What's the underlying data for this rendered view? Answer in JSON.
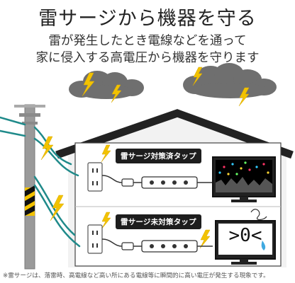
{
  "title": "雷サージから機器を守る",
  "subtitle_line1": "雷が発生したとき電線などを通って",
  "subtitle_line2": "家に侵入する高電圧から機器を守ります",
  "label_protected": "雷サージ対策済タップ",
  "label_unprotected": "雷サージ未対策タップ",
  "broken_tv_face": ">0<",
  "footnote": "※雷サージは、落雷時、高電線など高い所にある電線等に瞬間的に高い電圧が発生する現象です。",
  "icons": [
    "cloud-icon",
    "lightning-icon",
    "utility-pole-icon",
    "power-strip-icon",
    "tv-icon",
    "wall-outlet-icon"
  ],
  "colors": {
    "cloud": "#6f6f6f",
    "lightning": "#f2c200",
    "wire": "#1f8a8a",
    "house_outline": "#222222",
    "house_fill": "#f2f2f2",
    "pole": "#9a9a9a",
    "hazard_stripe": "#f2c200",
    "label_bg": "#1d1d1d",
    "broken_tv_screen": "#3fa9e0"
  }
}
